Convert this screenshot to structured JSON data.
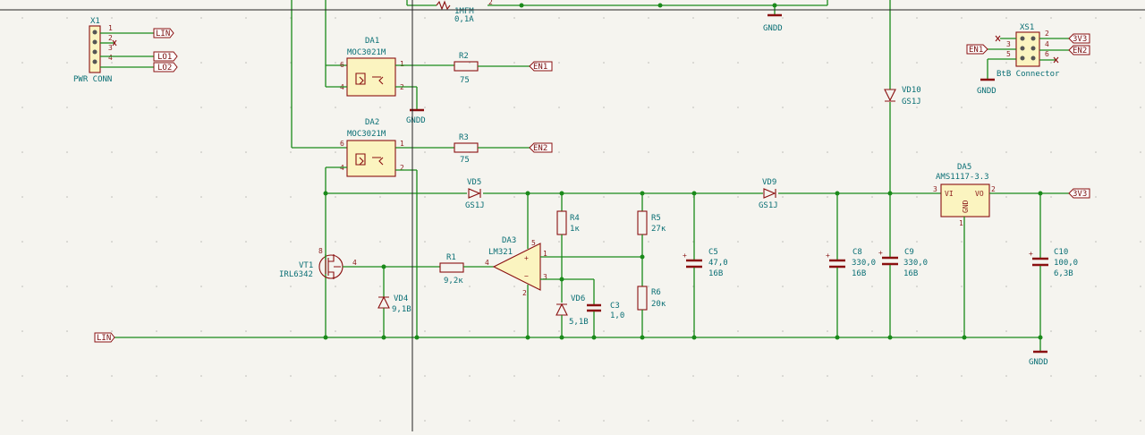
{
  "connectors": {
    "x1": {
      "ref": "X1",
      "value": "PWR CONN",
      "pins": [
        "1",
        "2",
        "3",
        "4"
      ]
    },
    "xs1": {
      "ref": "XS1",
      "value": "BtB Connector",
      "pins": [
        "2",
        "3",
        "4",
        "5",
        "6"
      ]
    }
  },
  "ics": {
    "da1": {
      "ref": "DA1",
      "value": "MOC3021M",
      "pins": [
        "6",
        "4",
        "1",
        "2"
      ]
    },
    "da2": {
      "ref": "DA2",
      "value": "MOC3021M",
      "pins": [
        "6",
        "4",
        "1",
        "2"
      ]
    },
    "da3": {
      "ref": "DA3",
      "value": "LM321",
      "pins": [
        "4",
        "1",
        "3",
        "5",
        "2"
      ]
    },
    "da5": {
      "ref": "DA5",
      "value": "AMS1117-3.3",
      "pin_vi": "VI",
      "pin_vo": "VO",
      "pin_gnd": "GND",
      "pins": [
        "3",
        "2",
        "1"
      ]
    }
  },
  "resistors": {
    "r1": {
      "ref": "R1",
      "value": "9,2к"
    },
    "r2": {
      "ref": "R2",
      "value": "75"
    },
    "r3": {
      "ref": "R3",
      "value": "75"
    },
    "r4": {
      "ref": "R4",
      "value": "1к"
    },
    "r5": {
      "ref": "R5",
      "value": "27к"
    },
    "r6": {
      "ref": "R6",
      "value": "20к"
    },
    "top": {
      "value_a": "1MFM",
      "value_b": "0,1A"
    }
  },
  "capacitors": {
    "c3": {
      "ref": "C3",
      "value": "1,0"
    },
    "c5": {
      "ref": "C5",
      "value": "47,0",
      "voltage": "16В"
    },
    "c8": {
      "ref": "C8",
      "value": "330,0",
      "voltage": "16В"
    },
    "c9": {
      "ref": "C9",
      "value": "330,0",
      "voltage": "16В"
    },
    "c10": {
      "ref": "C10",
      "value": "100,0",
      "voltage": "6,3В"
    }
  },
  "diodes": {
    "vd4": {
      "ref": "VD4",
      "value": "9,1В"
    },
    "vd5": {
      "ref": "VD5",
      "value": "GS1J"
    },
    "vd6": {
      "ref": "VD6",
      "value": "5,1В"
    },
    "vd9": {
      "ref": "VD9",
      "value": "GS1J"
    },
    "vd10": {
      "ref": "VD10",
      "value": "GS1J"
    }
  },
  "transistor": {
    "ref": "VT1",
    "value": "IRL6342",
    "pin_g": "4",
    "pin_d": "8"
  },
  "net_labels": {
    "lin": "LIN",
    "lo1": "LO1",
    "lo2": "LO2",
    "en1": "EN1",
    "en2": "EN2",
    "v3v3": "3V3",
    "gndd": "GNDD"
  },
  "colors": {
    "background": "#f5f4ef",
    "wire": "#1a8a1a",
    "component": "#8a1010",
    "ic_fill": "#fbf4c0",
    "text": "#0a6f75"
  }
}
